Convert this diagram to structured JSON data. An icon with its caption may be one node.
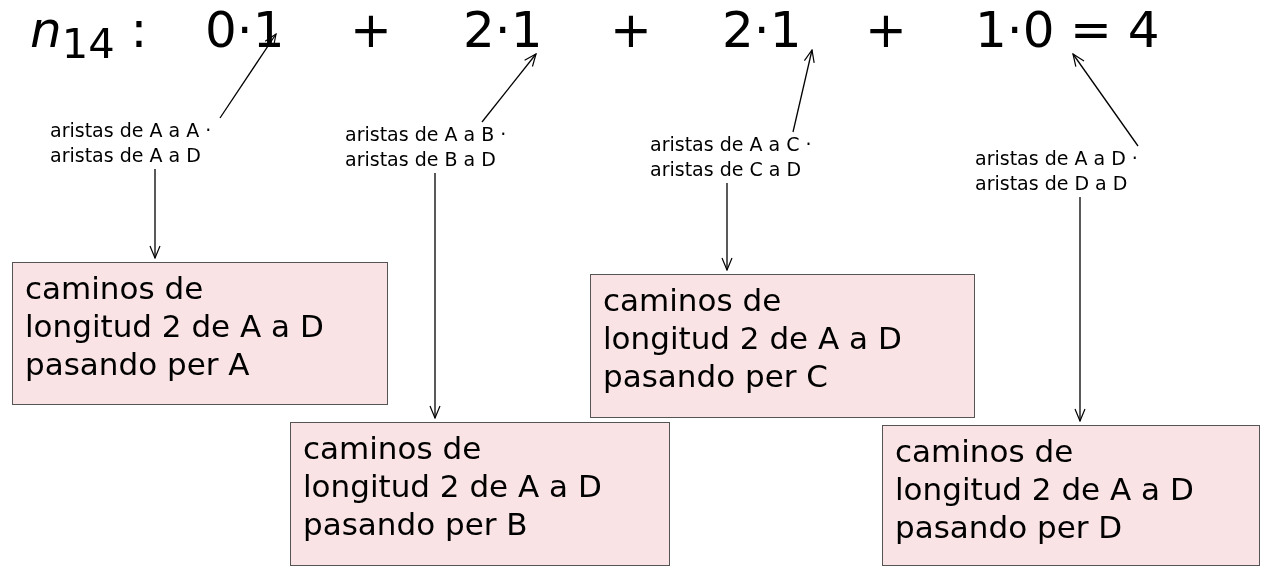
{
  "diagram": {
    "nodes": [
      {
        "text": [
          "0·1"
        ]
      },
      {
        "text": [
          "2·1"
        ]
      },
      {
        "text": [
          "2·1"
        ]
      },
      {
        "text": [
          "1·0"
        ]
      },
      {
        "text": [
          "aristas de A a A · aristas de A a D"
        ]
      },
      {
        "text": [
          "aristas de A a B · aristas de B a D"
        ]
      },
      {
        "text": [
          "aristas de A a C · aristas de C a D"
        ]
      },
      {
        "text": [
          "aristas de A a D · aristas de D a D"
        ]
      },
      {
        "text": [
          "caminos de longitud 2 de A a D pasando per A"
        ]
      },
      {
        "text": [
          "caminos de longitud 2 de A a D pasando per B"
        ]
      },
      {
        "text": [
          "caminos de longitud 2 de A a D pasando per C"
        ]
      },
      {
        "text": [
          "caminos de longitud 2 de A a D pasando per D"
        ]
      }
    ],
    "edges": [
      {
        "from": 4,
        "to": 0,
        "arrow": "to"
      },
      {
        "from": 4,
        "to": 8,
        "arrow": "to"
      },
      {
        "from": 5,
        "to": 1,
        "arrow": "to"
      },
      {
        "from": 5,
        "to": 9,
        "arrow": "to"
      },
      {
        "from": 6,
        "to": 2,
        "arrow": "to"
      },
      {
        "from": 6,
        "to": 10,
        "arrow": "to"
      },
      {
        "from": 7,
        "to": 3,
        "arrow": "to"
      },
      {
        "from": 7,
        "to": 11,
        "arrow": "to"
      }
    ],
    "labels": [
      "*n*$_{14}$ :",
      "+",
      "+",
      "+",
      "= 4"
    ]
  }
}
